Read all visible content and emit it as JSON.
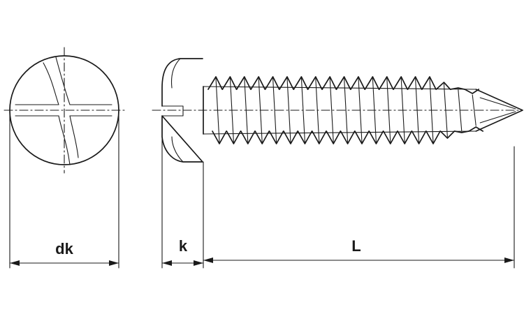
{
  "dimensions": {
    "head_diameter": "dk",
    "head_height": "k",
    "length": "L"
  }
}
